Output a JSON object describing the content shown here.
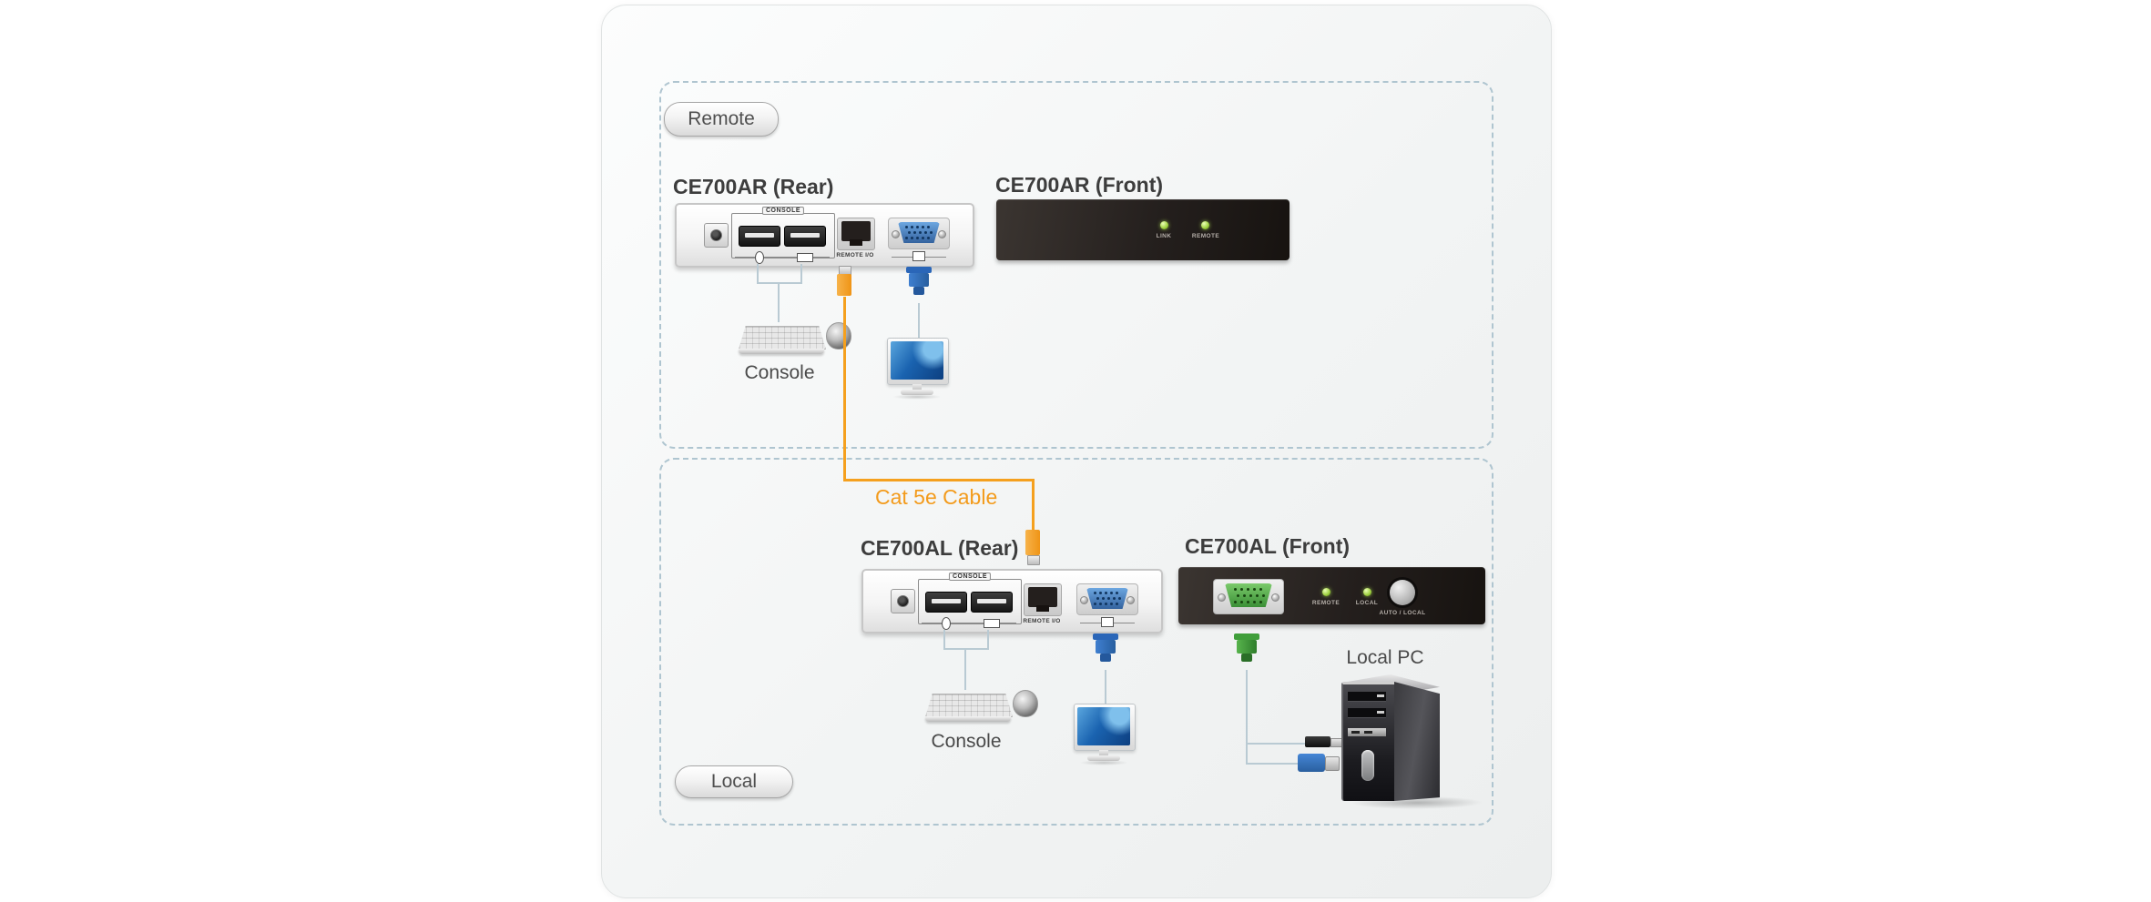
{
  "zones": {
    "remote": {
      "label": "Remote"
    },
    "local": {
      "label": "Local"
    }
  },
  "cable": {
    "label": "Cat 5e Cable",
    "color": "#f5a01e"
  },
  "devices": {
    "ar_rear": {
      "title": "CE700AR (Rear)",
      "console_label": "CONSOLE",
      "remote_io_label": "REMOTE I/O"
    },
    "ar_front": {
      "title": "CE700AR (Front)",
      "leds": [
        {
          "label": "LINK"
        },
        {
          "label": "REMOTE"
        }
      ]
    },
    "al_rear": {
      "title": "CE700AL (Rear)",
      "console_label": "CONSOLE",
      "remote_io_label": "REMOTE I/O"
    },
    "al_front": {
      "title": "CE700AL (Front)",
      "leds": [
        {
          "label": "REMOTE"
        },
        {
          "label": "LOCAL"
        }
      ],
      "button_label": "AUTO / LOCAL"
    }
  },
  "peripherals": {
    "remote_console": {
      "label": "Console"
    },
    "local_console": {
      "label": "Console"
    },
    "local_pc": {
      "label": "Local PC"
    }
  },
  "colors": {
    "accent_orange": "#f5a01e",
    "line_gray": "#b9cad3",
    "dashed_border": "#afc5d0",
    "led_green": "#a8d84e",
    "vga_blue": "#2f6fc1",
    "vga_green": "#4aa545"
  }
}
